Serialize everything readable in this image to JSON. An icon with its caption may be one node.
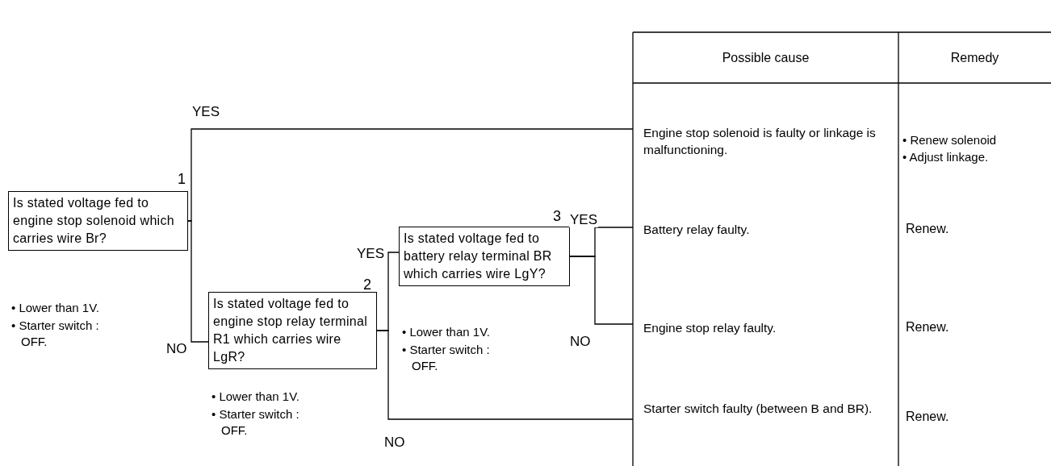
{
  "diagram": {
    "nodes": [
      {
        "text": [
          "Is stated voltage fed to engine stop solenoid which carries wire Br?"
        ],
        "beside": [
          "1",
          "• Lower than 1V.",
          "• Starter switch : OFF."
        ]
      },
      {
        "text": [
          "Is stated voltage fed to engine stop relay terminal R1 which carries wire LgR?"
        ],
        "beside": [
          "2",
          "• Lower than 1V.",
          "• Starter switch : OFF."
        ]
      },
      {
        "text": [
          "Is stated voltage fed to battery relay terminal BR which carries wire LgY?"
        ],
        "beside": [
          "3",
          "• Lower than 1V.",
          "• Starter switch : OFF."
        ]
      },
      {
        "text": [
          "Engine stop solenoid is faulty or linkage is malfunctioning."
        ]
      },
      {
        "text": [
          "Battery relay faulty."
        ]
      },
      {
        "text": [
          "Engine stop relay faulty."
        ]
      },
      {
        "text": [
          "Starter switch faulty (between B and BR)."
        ]
      }
    ],
    "edges": [
      {
        "from": 0,
        "to": 3,
        "arrow": "none",
        "label": "YES"
      },
      {
        "from": 0,
        "to": 1,
        "arrow": "none",
        "label": "NO"
      },
      {
        "from": 1,
        "to": 2,
        "arrow": "none",
        "label": "YES"
      },
      {
        "from": 1,
        "to": 6,
        "arrow": "none",
        "label": "NO"
      },
      {
        "from": 2,
        "to": 4,
        "arrow": "none",
        "label": "YES"
      },
      {
        "from": 2,
        "to": 5,
        "arrow": "none",
        "label": "NO"
      }
    ],
    "labels": [
      "Possible cause",
      "Remedy",
      "• Renew solenoid",
      "• Adjust linkage.",
      "Renew.",
      "Renew.",
      "Renew."
    ]
  }
}
